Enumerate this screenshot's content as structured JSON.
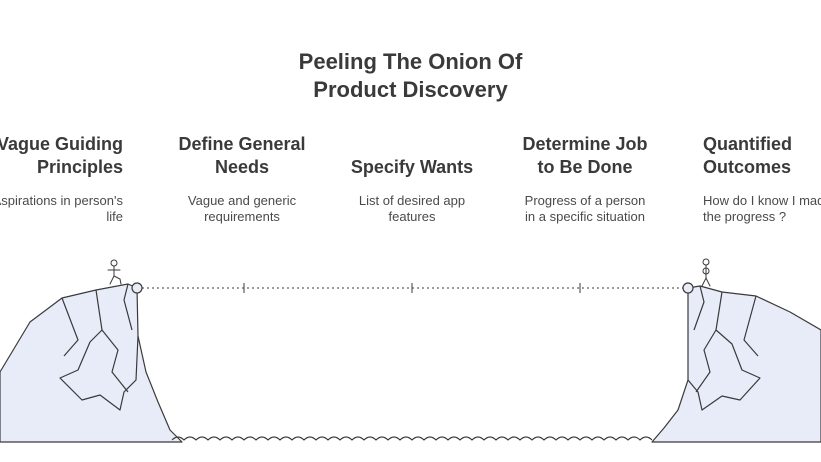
{
  "title": {
    "line1": "Peeling The Onion Of",
    "line2": "Product Discovery"
  },
  "stages": [
    {
      "title_line1": "Vague Guiding",
      "title_line2": "Principles",
      "desc_line1": "Aspirations in person's",
      "desc_line2": "life"
    },
    {
      "title_line1": "Define General",
      "title_line2": "Needs",
      "desc_line1": "Vague and generic",
      "desc_line2": "requirements"
    },
    {
      "title_line1": "Specify Wants",
      "title_line2": "",
      "desc_line1": "List of desired app",
      "desc_line2": "features"
    },
    {
      "title_line1": "Determine Job",
      "title_line2": "to Be Done",
      "desc_line1": "Progress of a person",
      "desc_line2": "in a specific situation"
    },
    {
      "title_line1": "Quantified",
      "title_line2": "Outcomes",
      "desc_line1": "How do I know I made",
      "desc_line2": "the progress ?"
    }
  ],
  "icons": {
    "left_figure": "person-icon",
    "right_figure": "person-icon"
  },
  "colors": {
    "text": "#3a3a3a",
    "cliff_fill": "#e8ecf8",
    "stroke": "#3a3a3a"
  }
}
